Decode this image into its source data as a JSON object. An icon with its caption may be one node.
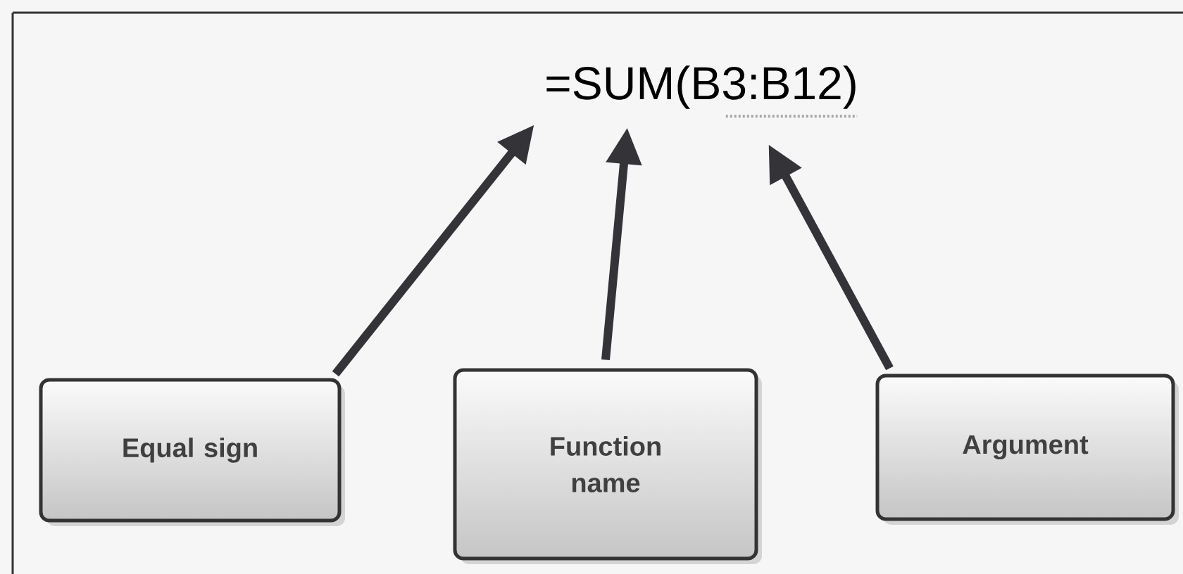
{
  "diagram": {
    "nodes": [
      {
        "text": [
          "=SUM(B3:B12)"
        ]
      },
      {
        "text": [
          "Equal sign"
        ]
      },
      {
        "text": [
          "Function name"
        ]
      },
      {
        "text": [
          "Argument"
        ]
      }
    ],
    "edges": [
      {
        "from": 1,
        "to": 0,
        "arrow": "to"
      },
      {
        "from": 2,
        "to": 0,
        "arrow": "to"
      },
      {
        "from": 3,
        "to": 0,
        "arrow": "to"
      }
    ]
  }
}
